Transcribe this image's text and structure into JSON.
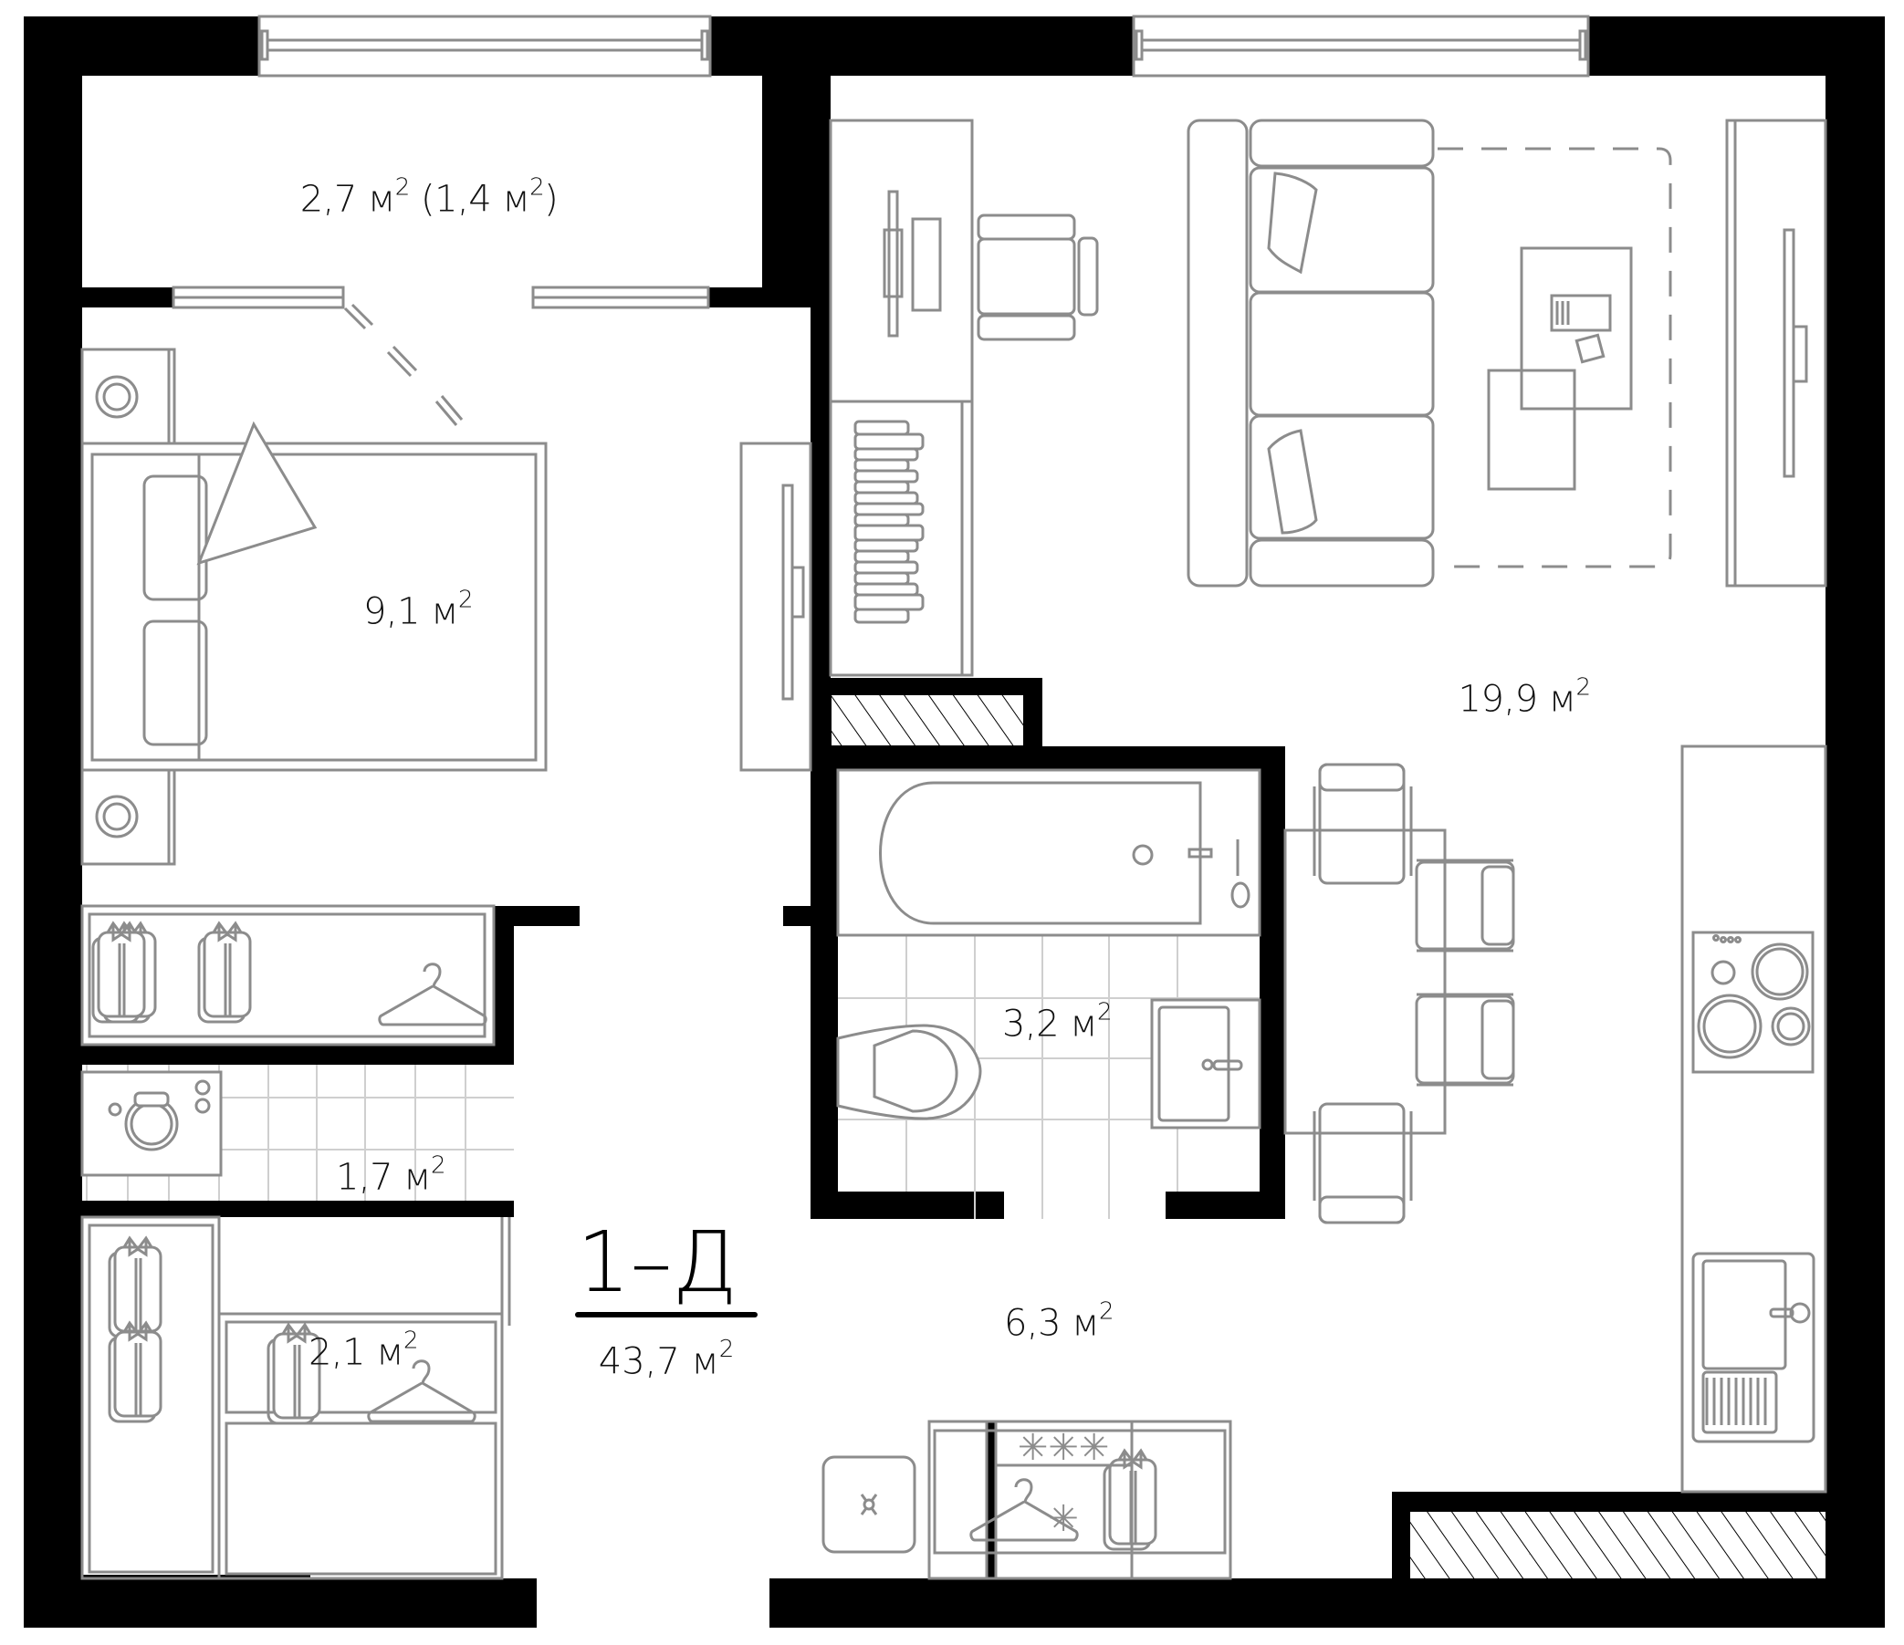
{
  "plan": {
    "apartment_type": "1–Д",
    "apartment_type_prefix": "1–",
    "apartment_type_letter": "Д",
    "total_area": "43,7 м",
    "total_area_unit_power": "2",
    "colors": {
      "wall": "#000000",
      "furniture_stroke": "#8c8c8c",
      "tile_grid": "#cfcfcf",
      "text": "#111111",
      "background": "#ffffff"
    }
  },
  "rooms": [
    {
      "id": "balcony",
      "area": "2,7 м",
      "sup": "2",
      "extra": " (1,4 м",
      "extra_sup": "2",
      "extra_close": ")"
    },
    {
      "id": "bedroom",
      "area": "9,1 м",
      "sup": "2"
    },
    {
      "id": "living_kitchen",
      "area": "19,9 м",
      "sup": "2"
    },
    {
      "id": "bathroom",
      "area": "3,2 м",
      "sup": "2"
    },
    {
      "id": "laundry",
      "area": "1,7 м",
      "sup": "2"
    },
    {
      "id": "wardrobe",
      "area": "2,1 м",
      "sup": "2"
    },
    {
      "id": "hallway",
      "area": "6,3 м",
      "sup": "2"
    }
  ],
  "icons": [
    "window-icon",
    "door-swing-icon",
    "double-bed-icon",
    "nightstand-lamp-icon",
    "wardrobe-shirt-icon",
    "hanger-icon",
    "washing-machine-icon",
    "bathtub-icon",
    "toilet-icon",
    "sink-icon",
    "sofa-icon",
    "coffee-table-icon",
    "rug-icon",
    "desk-icon",
    "office-chair-icon",
    "bookshelf-icon",
    "tv-cabinet-icon",
    "dining-table-icon",
    "dining-chair-icon",
    "cooktop-icon",
    "kitchen-sink-icon",
    "shoe-cabinet-icon",
    "electrical-panel-icon",
    "ventilation-shaft-icon",
    "pouf-icon"
  ]
}
